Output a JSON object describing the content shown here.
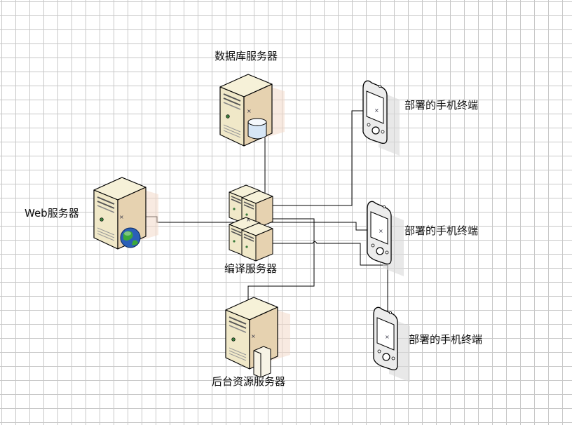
{
  "nodes": {
    "database_server": {
      "label": "数据库服务器",
      "icon": "database-server-icon"
    },
    "web_server": {
      "label": "Web服务器",
      "icon": "web-server-icon"
    },
    "compile_server": {
      "label": "编译服务器",
      "icon": "server-cluster-icon"
    },
    "resource_server": {
      "label": "后台资源服务器",
      "icon": "file-server-icon"
    },
    "mobile_1": {
      "label": "部署的手机终端",
      "icon": "mobile-device-icon"
    },
    "mobile_2": {
      "label": "部署的手机终端",
      "icon": "mobile-device-icon"
    },
    "mobile_3": {
      "label": "部署的手机终端",
      "icon": "mobile-device-icon"
    }
  },
  "colors": {
    "grid": "#c8c8c8",
    "server_face": "#f0e8c8",
    "server_side": "#e6d2b0",
    "connector": "#000000"
  }
}
